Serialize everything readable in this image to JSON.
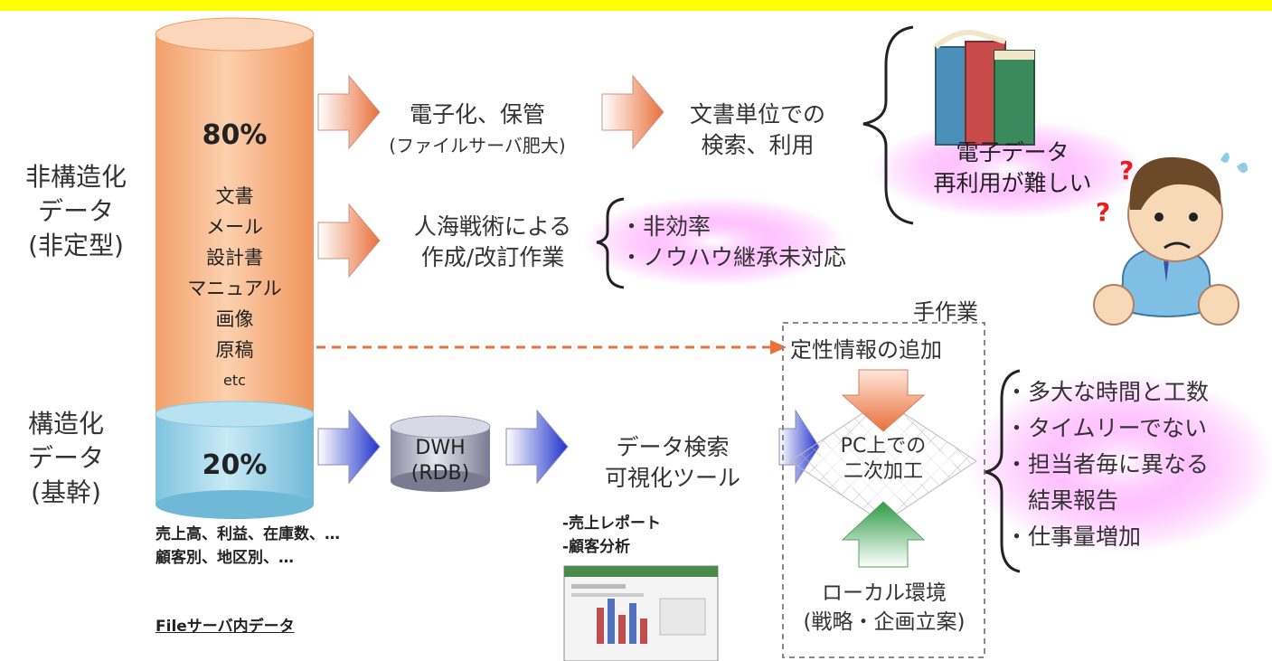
{
  "left_labels": {
    "unstructured": [
      "非構造化",
      "データ",
      "(非定型)"
    ],
    "structured": [
      "構造化",
      "データ",
      "(基幹)"
    ]
  },
  "cylinder": {
    "top_percent": "80%",
    "top_items": [
      "文書",
      "メール",
      "設計書",
      "マニュアル",
      "画像",
      "原稿",
      "etc"
    ],
    "bottom_percent": "20%",
    "bottom_caption": [
      "売上高、利益、在庫数、…",
      "顧客別、地区別、…"
    ],
    "footer": "Fileサーバ内データ"
  },
  "row1": {
    "step1": [
      "電子化、保管",
      "(ファイルサーバ肥大)"
    ],
    "step2": [
      "文書単位での",
      "検索、利用"
    ],
    "result": [
      "電子データ",
      "再利用が難しい"
    ]
  },
  "row2": {
    "step1": [
      "人海戦術による",
      "作成/改訂作業"
    ],
    "issues": [
      "・非効率",
      "・ノウハウ継承未対応"
    ]
  },
  "row3": {
    "dwh": [
      "DWH",
      "(RDB)"
    ],
    "step": [
      "データ検索",
      "可視化ツール"
    ],
    "reports": [
      "-売上レポート",
      "-顧客分析"
    ]
  },
  "manual": {
    "title": "手作業",
    "add": "定性情報の追加",
    "process": [
      "PC上での",
      "二次加工"
    ],
    "local": [
      "ローカル環境",
      "(戦略・企画立案)"
    ],
    "issues": [
      "・多大な時間と工数",
      "・タイムリーでない",
      "・担当者毎に異なる",
      "　結果報告",
      "・仕事量増加"
    ]
  },
  "colors": {
    "top_bar": "#ffff00",
    "cylinder_top": "#f7b98d",
    "cylinder_bottom": "#9fd3e6",
    "orange_arrow": "#e8703a",
    "blue_arrow": "#2233cc",
    "glow": "#ff66ff"
  }
}
